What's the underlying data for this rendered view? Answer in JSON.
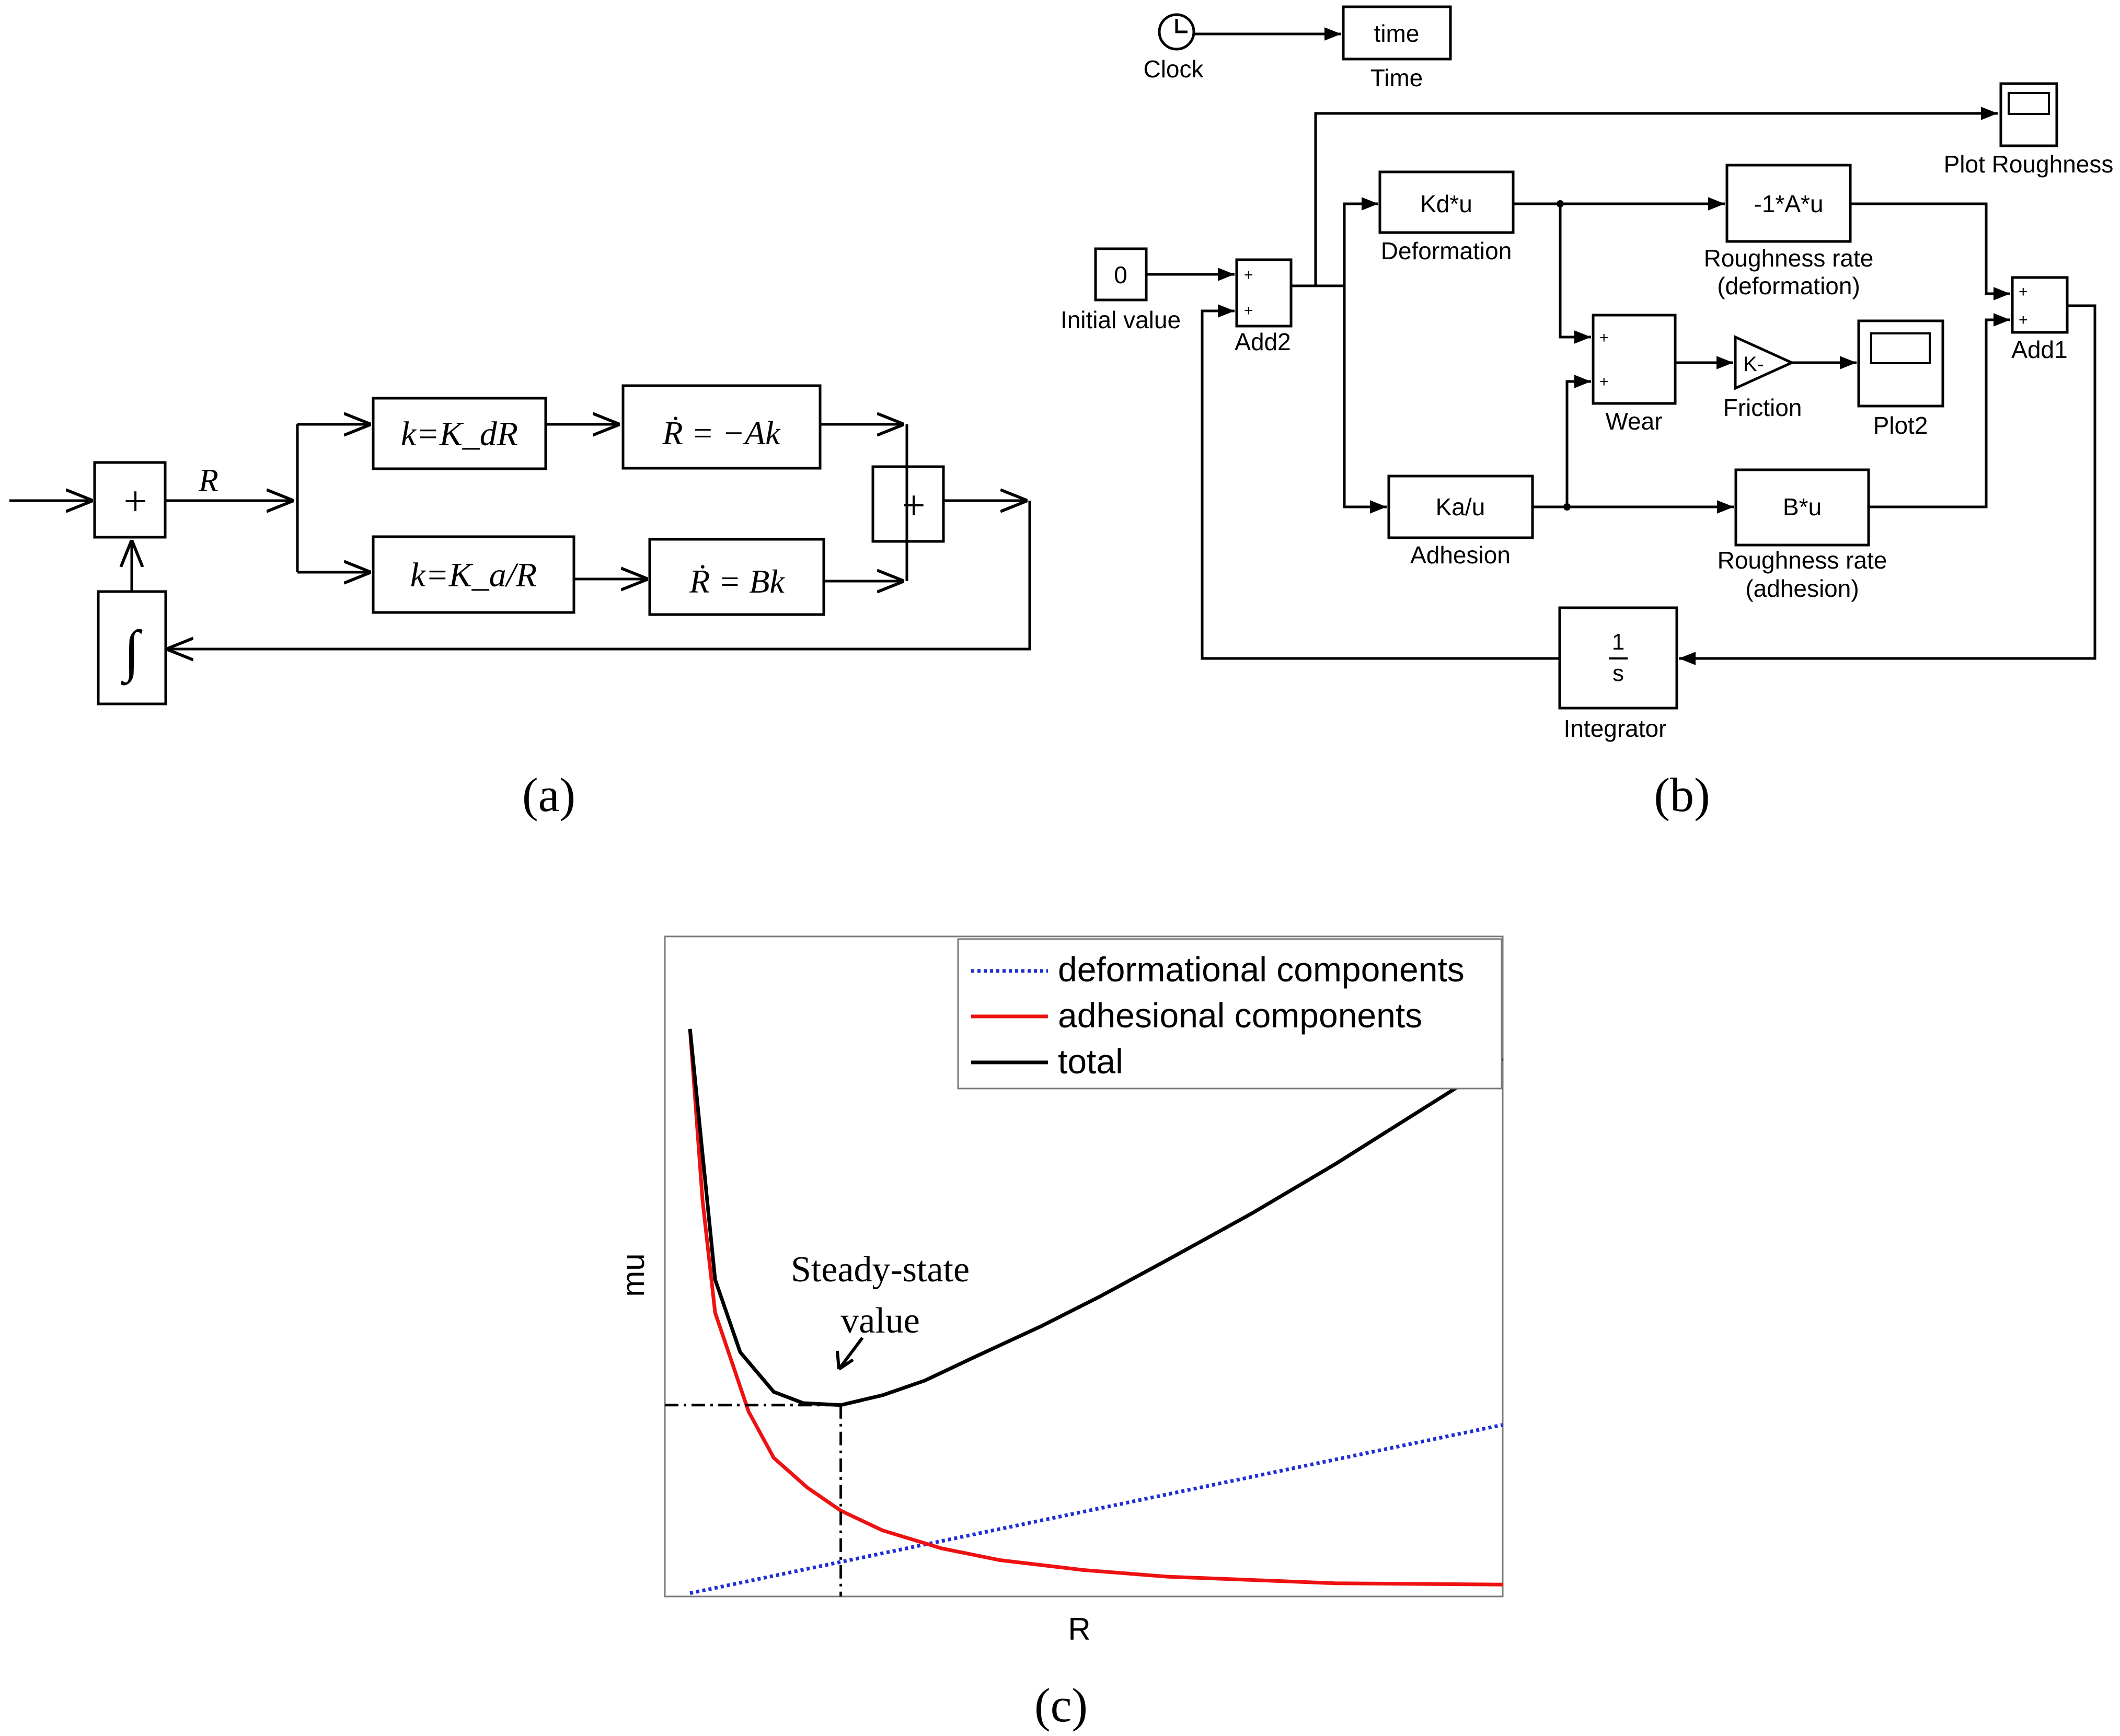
{
  "panel_a": {
    "caption": "(a)",
    "sum_symbol": "+",
    "signal_r": "R",
    "deformation_gain": "k=K_dR",
    "deformation_rate": "Ṙ = −Ak",
    "adhesion_gain": "k=K_a/R",
    "adhesion_rate": "Ṙ = Bk",
    "integrator_symbol": "∫"
  },
  "panel_b": {
    "caption": "(b)",
    "clock_label": "Clock",
    "time_block_text": "time",
    "time_label": "Time",
    "plot_roughness_label": "Plot Roughness",
    "initial_value_text": "0",
    "initial_value_label": "Initial value",
    "add2_label": "Add2",
    "deformation_block_text": "Kd*u",
    "deformation_label": "Deformation",
    "adhesion_block_text": "Ka/u",
    "adhesion_label": "Adhesion",
    "rate_def_block_text": "-1*A*u",
    "rate_def_label_1": "Roughness rate",
    "rate_def_label_2": "(deformation)",
    "rate_adh_block_text": "B*u",
    "rate_adh_label_1": "Roughness rate",
    "rate_adh_label_2": "(adhesion)",
    "wear_label": "Wear",
    "friction_block_text": "K-",
    "friction_label": "Friction",
    "plot2_label": "Plot2",
    "add1_label": "Add1",
    "integrator_num": "1",
    "integrator_den": "s",
    "integrator_label": "Integrator",
    "port_plus": "+"
  },
  "panel_c": {
    "caption": "(c)",
    "annotation_1": "Steady-state",
    "annotation_2": "value"
  },
  "colors": {
    "deformational": "#1f2ed6",
    "adhesional": "#ee1111",
    "total": "#000000"
  },
  "chart_data": {
    "type": "line",
    "xlabel": "R",
    "ylabel": "mu",
    "xlim": [
      0,
      1
    ],
    "ylim": [
      0,
      1
    ],
    "legend_position": "top-right",
    "grid": false,
    "series": [
      {
        "name": "deformational components",
        "style": "dotted",
        "x": [
          0.03,
          1.0
        ],
        "y": [
          0.005,
          0.26
        ]
      },
      {
        "name": "adhesional components",
        "style": "solid",
        "x": [
          0.03,
          0.045,
          0.06,
          0.1,
          0.13,
          0.17,
          0.21,
          0.26,
          0.33,
          0.4,
          0.5,
          0.6,
          0.7,
          0.8,
          0.9,
          1.0
        ],
        "y": [
          0.86,
          0.6,
          0.43,
          0.28,
          0.21,
          0.165,
          0.13,
          0.1,
          0.073,
          0.055,
          0.04,
          0.03,
          0.025,
          0.02,
          0.019,
          0.018
        ]
      },
      {
        "name": "total",
        "style": "solid",
        "x": [
          0.03,
          0.06,
          0.09,
          0.13,
          0.165,
          0.21,
          0.26,
          0.31,
          0.37,
          0.45,
          0.52,
          0.6,
          0.7,
          0.8,
          0.9,
          1.0
        ],
        "y": [
          0.86,
          0.48,
          0.37,
          0.31,
          0.293,
          0.29,
          0.305,
          0.327,
          0.363,
          0.41,
          0.455,
          0.51,
          0.58,
          0.655,
          0.735,
          0.815
        ]
      }
    ],
    "annotations": [
      {
        "text": "Steady-state value",
        "x": 0.21,
        "y": 0.29
      }
    ]
  }
}
